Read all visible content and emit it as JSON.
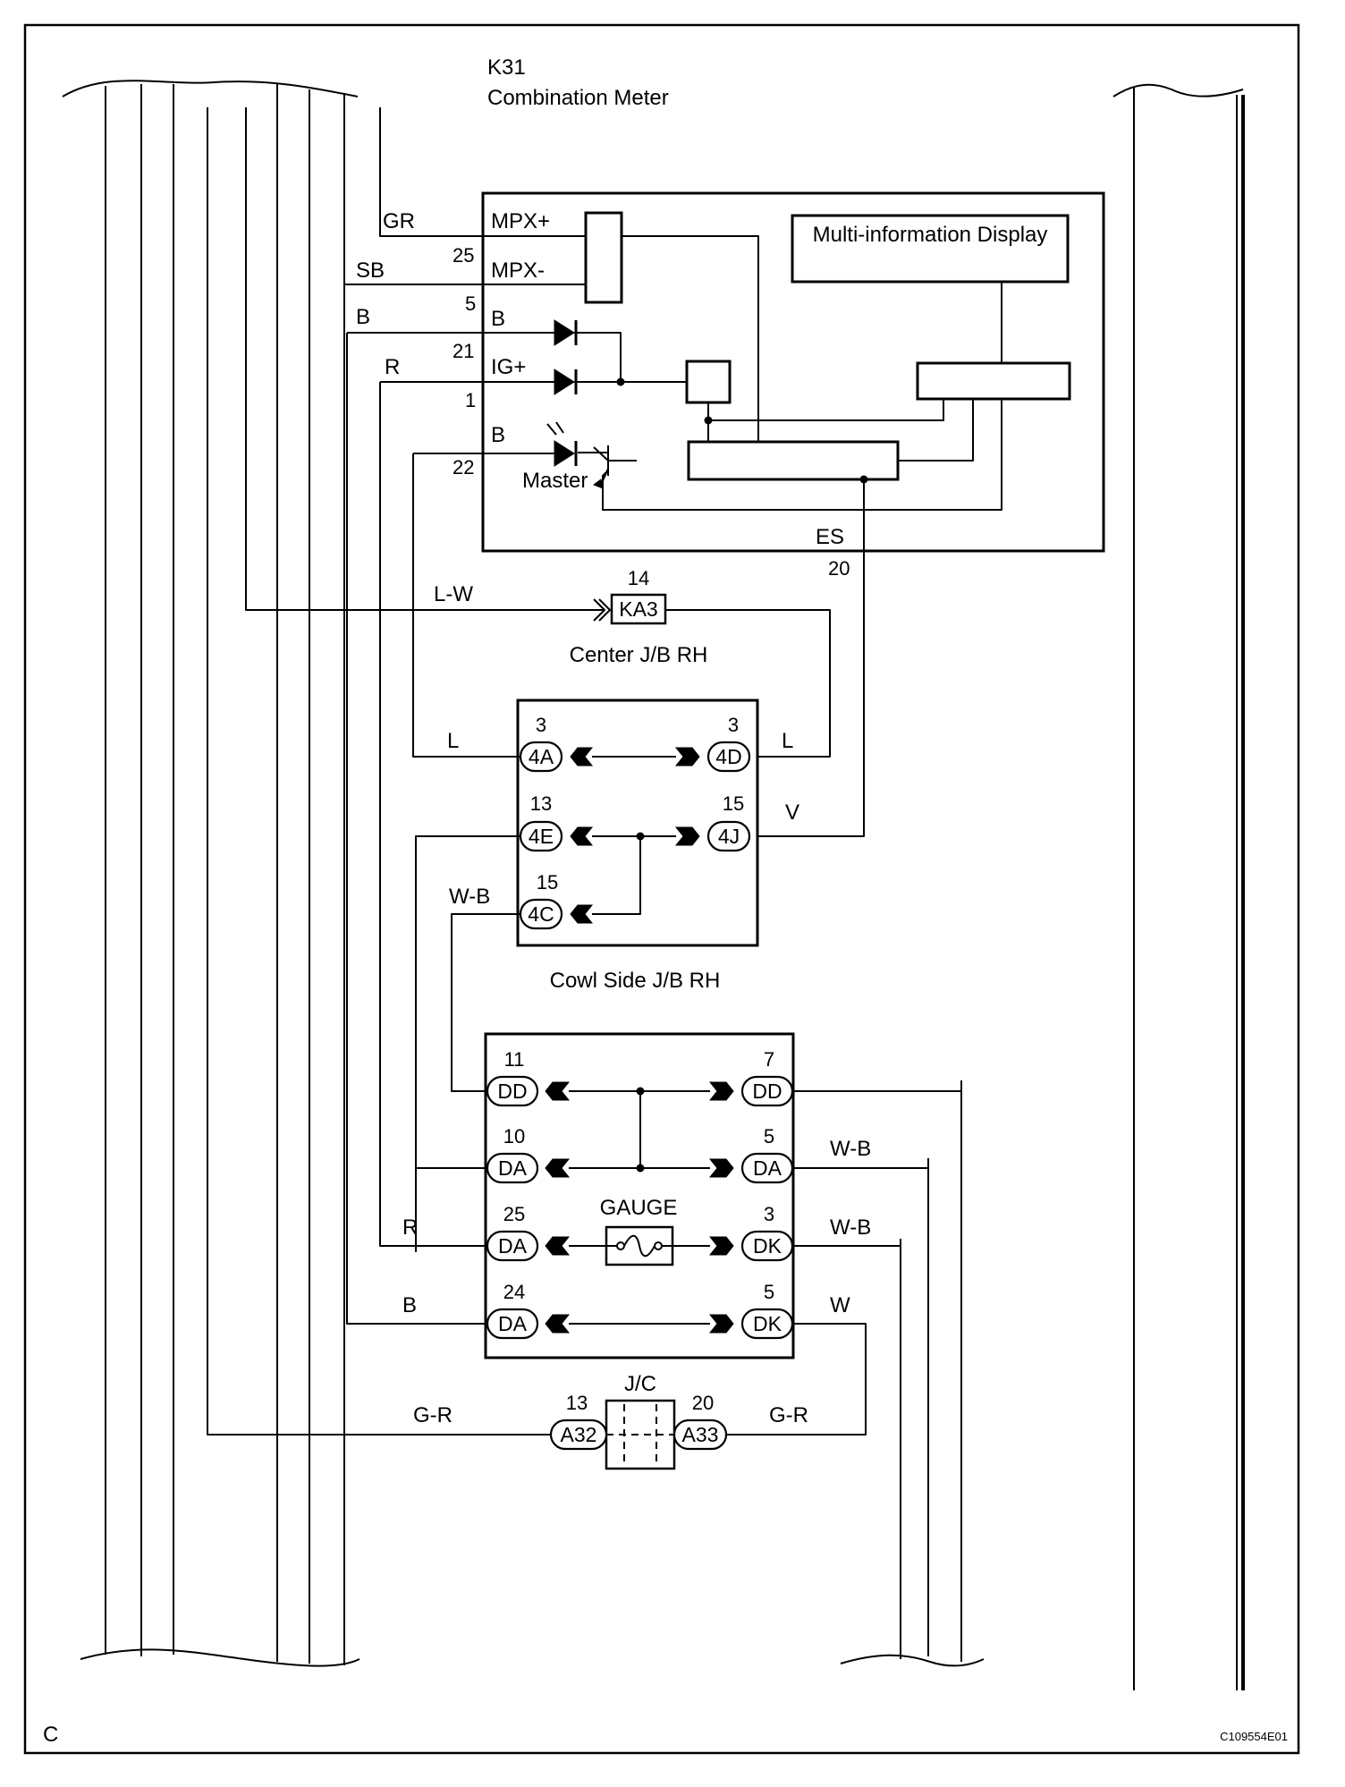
{
  "meter": {
    "id": "K31",
    "name": "Combination Meter",
    "display": "Multi-information Display",
    "pins": {
      "mpx_plus": "MPX+",
      "mpx_minus": "MPX-",
      "b_top": "B",
      "ig": "IG+",
      "b_master": "B",
      "master": "Master",
      "es": "ES"
    },
    "pin_numbers": {
      "p25": "25",
      "p5": "5",
      "p21": "21",
      "p1": "1",
      "p22": "22",
      "p20": "20"
    }
  },
  "wires": {
    "gr": "GR",
    "sb": "SB",
    "b1": "B",
    "r1": "R",
    "lw": "L-W",
    "l_left": "L",
    "l_right": "L",
    "v": "V",
    "wb_left": "W-B",
    "wb_da": "W-B",
    "wb_dk": "W-B",
    "r2": "R",
    "b2": "B",
    "w": "W",
    "gr_left": "G-R",
    "gr_right": "G-R"
  },
  "center_jb": {
    "pin_number": "14",
    "connector": "KA3",
    "name": "Center J/B RH"
  },
  "cowl_jb": {
    "name": "Cowl Side J/B RH",
    "rows": [
      {
        "left_pin": "3",
        "left_conn": "4A",
        "right_pin": "3",
        "right_conn": "4D"
      },
      {
        "left_pin": "13",
        "left_conn": "4E",
        "right_pin": "15",
        "right_conn": "4J"
      },
      {
        "left_pin": "15",
        "left_conn": "4C"
      }
    ]
  },
  "lower_jb": {
    "fuse_label": "GAUGE",
    "rows": [
      {
        "left_pin": "11",
        "left_conn": "DD",
        "right_pin": "7",
        "right_conn": "DD"
      },
      {
        "left_pin": "10",
        "left_conn": "DA",
        "right_pin": "5",
        "right_conn": "DA"
      },
      {
        "left_pin": "25",
        "left_conn": "DA",
        "right_pin": "3",
        "right_conn": "DK"
      },
      {
        "left_pin": "24",
        "left_conn": "DA",
        "right_pin": "5",
        "right_conn": "DK"
      }
    ]
  },
  "jc": {
    "name": "J/C",
    "left_pin": "13",
    "left_conn": "A32",
    "right_pin": "20",
    "right_conn": "A33"
  },
  "footer": {
    "page_marker": "C",
    "figure_code": "C109554E01"
  }
}
